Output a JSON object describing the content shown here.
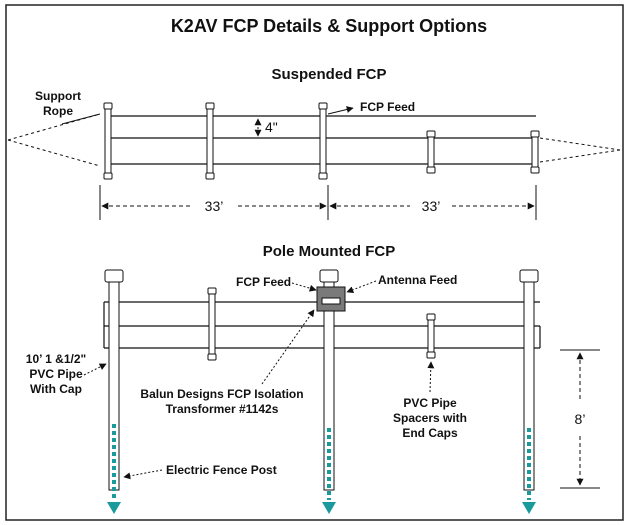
{
  "diagram": {
    "title": "K2AV FCP Details & Support Options",
    "suspended": {
      "heading": "Suspended FCP",
      "support_rope_line1": "Support",
      "support_rope_line2": "Rope",
      "spacing_label": "4\"",
      "fcp_feed": "FCP Feed",
      "dim_left": "33’",
      "dim_right": "33’"
    },
    "pole": {
      "heading": "Pole Mounted FCP",
      "fcp_feed": "FCP Feed",
      "antenna_feed": "Antenna Feed",
      "pvc_pipe_line1": "10’ 1 &1/2\"",
      "pvc_pipe_line2": "PVC Pipe",
      "pvc_pipe_line3": "With Cap",
      "balun_line1": "Balun Designs FCP Isolation",
      "balun_line2": "Transformer #1142s",
      "spacers_line1": "PVC Pipe",
      "spacers_line2": "Spacers with",
      "spacers_line3": "End Caps",
      "height": "8’",
      "fence_post": "Electric Fence Post"
    },
    "colors": {
      "post_arrow": "#1a9a9a",
      "transformer_box": "#7a7a7a",
      "outline": "#111111"
    }
  }
}
